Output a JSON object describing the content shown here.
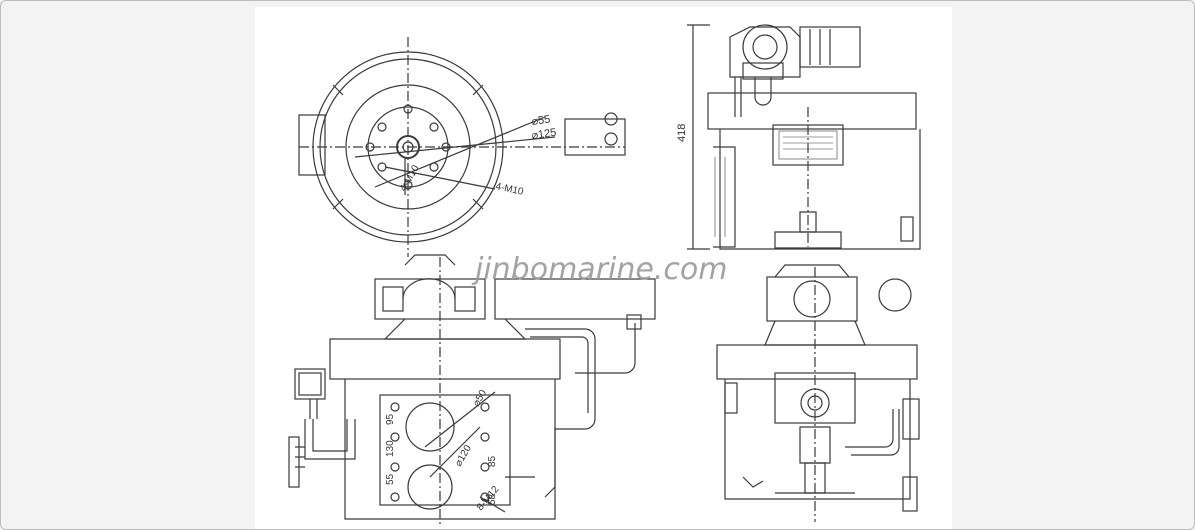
{
  "watermark": {
    "text": "jinbomarine.com",
    "color": "#9a9a9a"
  },
  "dimensions": {
    "dia_55": "⌀55",
    "dia_125": "⌀125",
    "bolt_4_m10_a": "4-M10",
    "bolt_4_m10_b": "4-M10",
    "height_418": "418",
    "dia_50": "⌀50",
    "dia_120": "⌀120",
    "dim_95": "95",
    "dim_130": "130",
    "dim_55": "55",
    "dim_85": "85",
    "dim_58": "58",
    "bolt_8_m12": "8-M12"
  },
  "colors": {
    "line": "#3a3a3a",
    "paper": "#ffffff",
    "backdrop": "#f3f3f3"
  }
}
